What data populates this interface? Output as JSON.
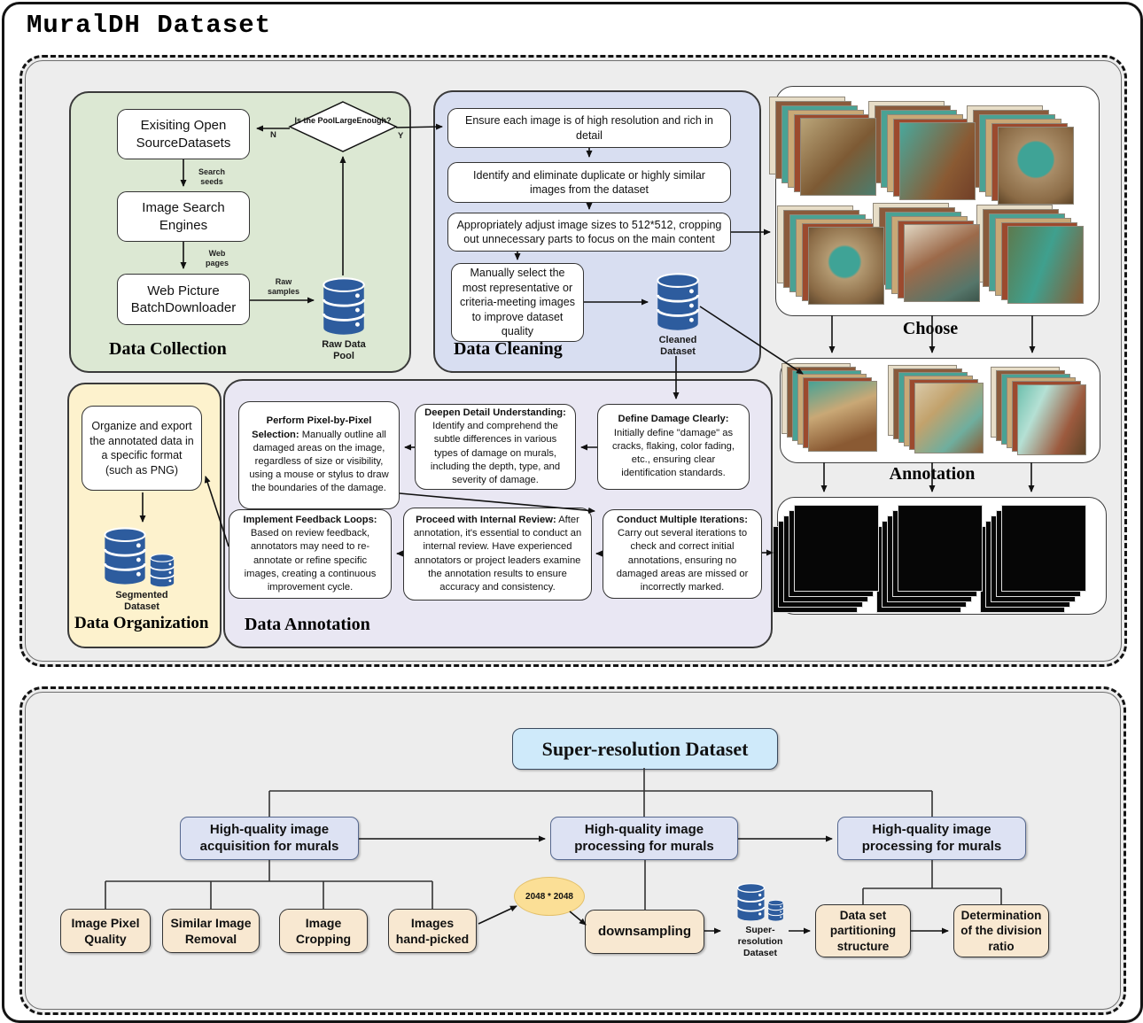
{
  "window": {
    "title": "MuralDH Dataset"
  },
  "collection": {
    "label": "Data Collection",
    "open_source": "Exisiting Open SourceDatasets",
    "search_engines": "Image Search Engines",
    "downloader": "Web Picture BatchDownloader",
    "decision": "Is the PoolLargeEnough?",
    "decision_no": "N",
    "decision_yes": "Y",
    "edge_search_seeds": "Search seeds",
    "edge_web_pages": "Web pages",
    "edge_raw_samples": "Raw samples",
    "raw_pool_label": "Raw Data Pool"
  },
  "cleaning": {
    "label": "Data Cleaning",
    "step1": "Ensure each image is of high resolution and rich in detail",
    "step2": "Identify and eliminate duplicate or highly similar images from the dataset",
    "step3": "Appropriately adjust image sizes to 512*512, cropping out unnecessary parts to focus on the main content",
    "step4": "Manually select the most representative or criteria-meeting images to improve dataset quality",
    "cleaned_label": "Cleaned Dataset"
  },
  "gallery": {
    "choose_label": "Choose",
    "annotation_label": "Annotation"
  },
  "annotation": {
    "label": "Data Annotation",
    "define_title": "Define Damage Clearly:",
    "define_body": "Initially define \"damage\" as cracks, flaking, color fading, etc., ensuring clear identification standards.",
    "deepen_title": "Deepen Detail Understanding:",
    "deepen_body": "Identify and comprehend the subtle differences in various types of damage on murals, including the depth, type, and severity of damage.",
    "perform_title": "Perform Pixel-by-Pixel Selection:",
    "perform_body": "Manually outline all damaged areas on the image, regardless of size or visibility, using a mouse or stylus to draw the boundaries of the damage.",
    "conduct_title": "Conduct Multiple Iterations:",
    "conduct_body": "Carry out several iterations to check and correct initial annotations, ensuring no damaged areas are missed or incorrectly marked.",
    "review_title": "Proceed with Internal Review:",
    "review_body": "After annotation, it's essential to conduct an internal review. Have experienced annotators or project leaders examine the annotation results to ensure accuracy and consistency.",
    "feedback_title": "Implement Feedback Loops:",
    "feedback_body": "Based on review feedback, annotators may need to re-annotate or refine specific images, creating a continuous improvement cycle."
  },
  "organization": {
    "label": "Data Organization",
    "export_box": "Organize and export the annotated data in a specific format (such as PNG)",
    "segmented_label": "Segmented Dataset"
  },
  "super_resolution": {
    "title": "Super-resolution Dataset",
    "acquisition": "High-quality image acquisition for murals",
    "processing_mid": "High-quality image processing for murals",
    "processing_right": "High-quality image processing for murals",
    "leaf_pixel_quality": "Image Pixel Quality",
    "leaf_similar_removal": "Similar Image Removal",
    "leaf_cropping": "Image Cropping",
    "leaf_hand_picked": "Images hand-picked",
    "resolution_ellipse": "2048 * 2048",
    "downsampling": "downsampling",
    "sr_db_label": "Super-resolution Dataset",
    "partitioning": "Data set partitioning structure",
    "determination": "Determination of the division ratio"
  }
}
